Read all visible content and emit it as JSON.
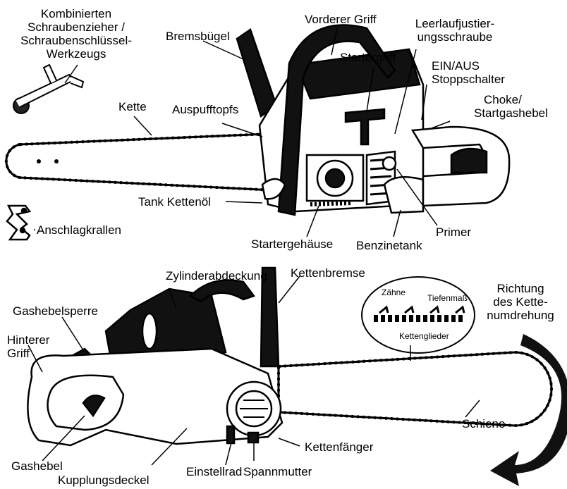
{
  "labels": {
    "tool": "Kombinierten Schraubenzieher / Schraubenschlüssel-Werkzeugs",
    "tool_l1": "Kombinierten",
    "tool_l2": "Schraubenzieher /",
    "tool_l3": "Schraubenschlüssel-",
    "tool_l4": "Werkzeugs",
    "front_handle": "Vorderer Griff",
    "brake_bar": "Bremsbügel",
    "idle_screw_l1": "Leerlaufjustier-",
    "idle_screw_l2": "ungsschraube",
    "starter_grip": "Startergriff",
    "onoff_l1": "EIN/AUS",
    "onoff_l2": "Stoppschalter",
    "choke_l1": "Choke/",
    "choke_l2": "Startgashebel",
    "chain": "Kette",
    "muffler": "Auspufftopfs",
    "oil_tank": "Tank Kettenöl",
    "bumper_spikes": "Anschlagkrallen",
    "primer": "Primer",
    "starter_housing": "Startergehäuse",
    "fuel_tank": "Benzinetank",
    "cylinder_cover": "Zylinderabdeckung",
    "chain_brake": "Kettenbremse",
    "throttle_lock": "Gashebelsperre",
    "rear_handle_l1": "Hinterer",
    "rear_handle_l2": "Griff",
    "teeth": "Zähne",
    "depth_gauge": "Tiefenmaß",
    "drive_links": "Kettenglieder",
    "rotation_l1": "Richtung",
    "rotation_l2": "des Kette-",
    "rotation_l3": "numdrehung",
    "throttle": "Gashebel",
    "clutch_cover": "Kupplungsdeckel",
    "adjust_wheel": "Einstellrad",
    "tension_nut": "Spannmutter",
    "chain_catcher": "Kettenfänger",
    "bar": "Schiene"
  }
}
